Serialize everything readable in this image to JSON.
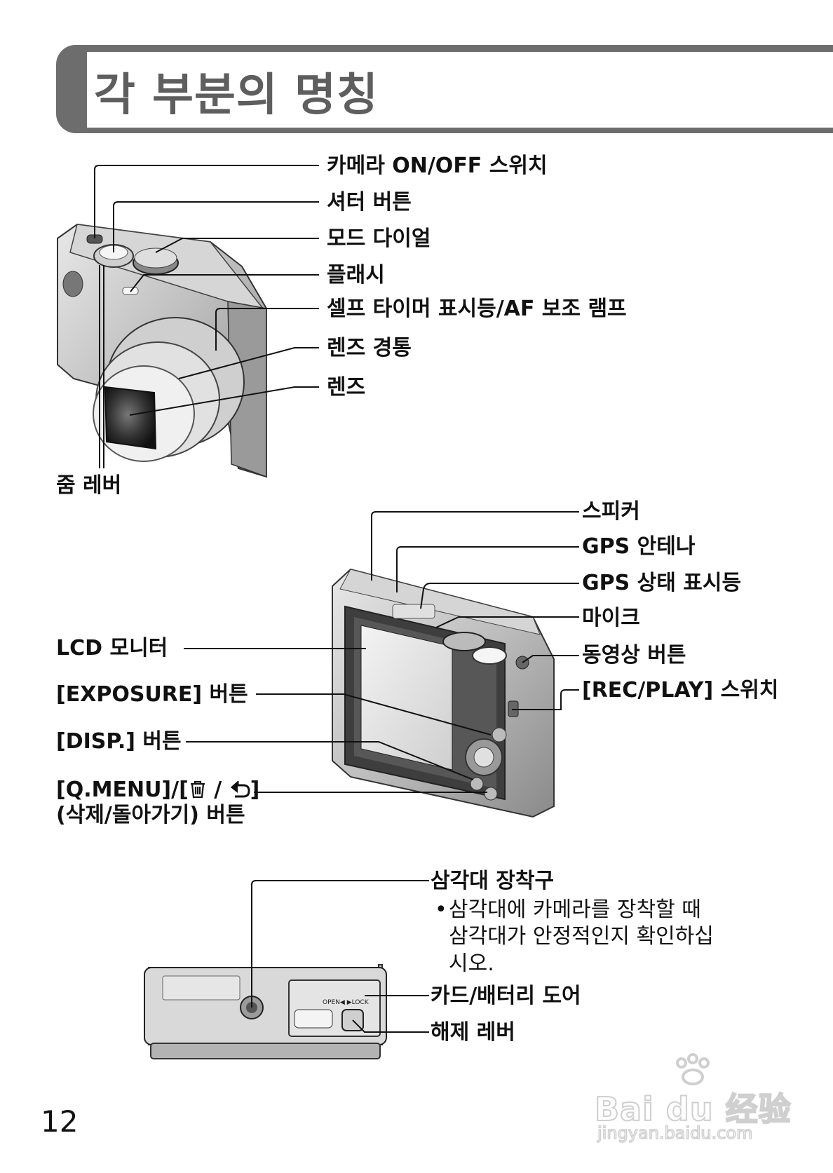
{
  "page_title": "각 부분의 명칭",
  "page_number": "12",
  "front_view": {
    "labels": {
      "camera_on_off": "카메라 ON/OFF 스위치",
      "shutter": "셔터 버튼",
      "mode_dial": "모드 다이얼",
      "flash": "플래시",
      "self_timer": "셀프 타이머 표시등/AF 보조 램프",
      "lens_barrel": "렌즈 경통",
      "lens": "렌즈",
      "zoom_lever": "줌 레버"
    }
  },
  "rear_view": {
    "labels": {
      "speaker": "스피커",
      "gps_antenna": "GPS 안테나",
      "gps_status": "GPS 상태 표시등",
      "mic": "마이크",
      "movie_button": "동영상 버튼",
      "rec_play": "[REC/PLAY] 스위치",
      "lcd": "LCD 모니터",
      "exposure": "[EXPOSURE] 버튼",
      "disp": "[DISP.] 버튼",
      "qmenu_prefix": "[Q.MENU]/[",
      "qmenu_suffix": "]",
      "qmenu_line2": "(삭제/돌아가기) 버튼"
    }
  },
  "bottom_view": {
    "tripod_title": "삼각대 장착구",
    "tripod_note": "삼각대에 카메라를 장착할 때 삼각대가 안정적인지 확인하십시오.",
    "card_door": "카드/배터리 도어",
    "release_lever": "해제 레버",
    "engraving": "OPEN◀ ▶LOCK"
  },
  "watermark": {
    "brand": "Bai du 经验",
    "url": "jingyan.baidu.com"
  }
}
